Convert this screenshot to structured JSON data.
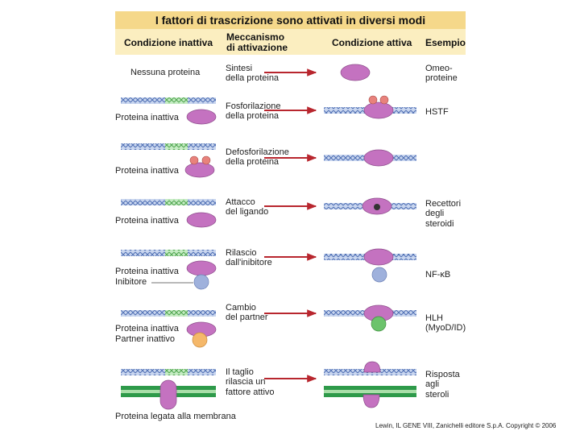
{
  "title": "I fattori di trascrizione sono attivati in diversi modi",
  "headers": {
    "inactive": "Condizione inattiva",
    "mechanism_line1": "Meccanismo",
    "mechanism_line2": "di attivazione",
    "active": "Condizione attiva",
    "example": "Esempio"
  },
  "rows": [
    {
      "inactive": [
        "Nessuna proteina"
      ],
      "mechanism": [
        "Sintesi",
        "della proteina"
      ],
      "example": [
        "Omeo-",
        "proteine"
      ]
    },
    {
      "inactive": [
        "Proteina inattiva"
      ],
      "mechanism": [
        "Fosforilazione",
        "della proteina"
      ],
      "example": [
        "HSTF"
      ]
    },
    {
      "inactive": [
        "Proteina inattiva"
      ],
      "mechanism": [
        "Defosforilazione",
        "della proteina"
      ],
      "example": []
    },
    {
      "inactive": [
        "Proteina inattiva"
      ],
      "mechanism": [
        "Attacco",
        "del ligando"
      ],
      "example": [
        "Recettori",
        "degli",
        "steroidi"
      ]
    },
    {
      "inactive": [
        "Proteina inattiva",
        "Inibitore"
      ],
      "mechanism": [
        "Rilascio",
        "dall'inibitore"
      ],
      "example": [
        "NF-κB"
      ]
    },
    {
      "inactive": [
        "Proteina inattiva",
        "Partner inattivo"
      ],
      "mechanism": [
        "Cambio",
        "del partner"
      ],
      "example": [
        "HLH",
        "(MyoD/ID)"
      ]
    },
    {
      "inactive": [
        "Proteina legata alla membrana"
      ],
      "mechanism": [
        "Il taglio",
        "rilascia un",
        "fattore attivo"
      ],
      "example": [
        "Risposta",
        "agli",
        "steroli"
      ]
    }
  ],
  "credit": "Lewin, IL GENE VIII, Zanichelli editore S.p.A. Copyright © 2006",
  "colors": {
    "title_bg": "#f5d88a",
    "header_bg": "#fbeec0",
    "protein": "#c472c0",
    "dna": "#6d8fcf",
    "binding_site": "#7fd27f",
    "phosphate": "#e8827c",
    "inhibitor": "#9fb1dc",
    "partner_active": "#6cc36c",
    "partner_inactive": "#f5b86a",
    "membrane": "#2e9a4a",
    "arrow": "#b8262e"
  }
}
